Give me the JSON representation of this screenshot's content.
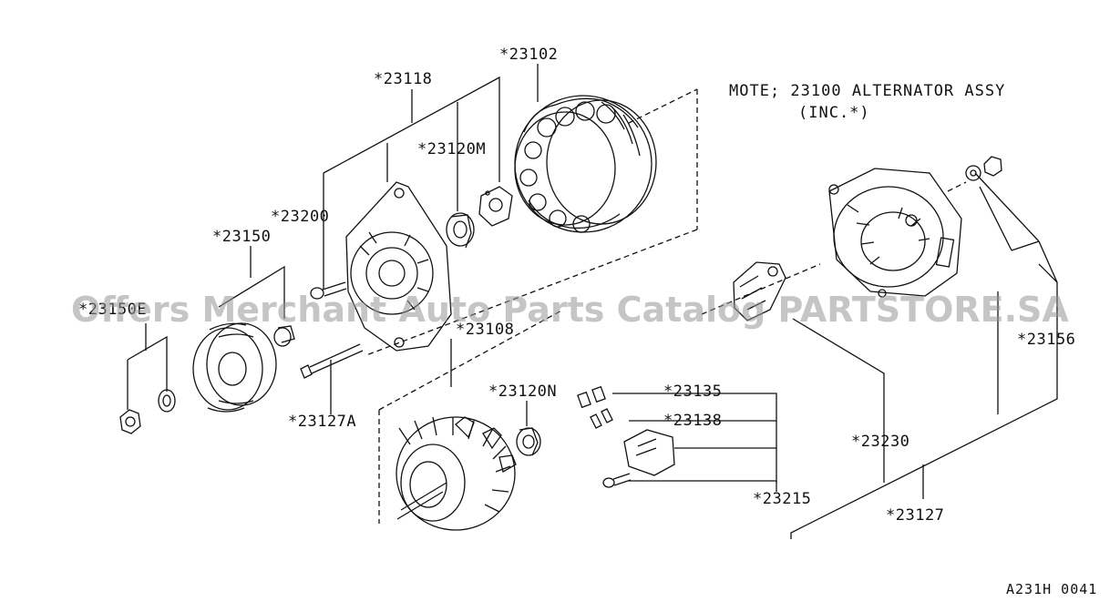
{
  "diagram": {
    "note_line1": "MOTE;  23100 ALTERNATOR ASSY",
    "note_line2": "(INC.*)",
    "code": "A231H 0041",
    "watermark": "Offers Merchant Auto Parts Catalog PARTSTORE.SA",
    "labels": {
      "p23102": "*23102",
      "p23118": "*23118",
      "p23120M": "*23120M",
      "p23200": "*23200",
      "p23150": "*23150",
      "p23150E": "*23150E",
      "p23108": "*23108",
      "p23127A": "*23127A",
      "p23120N": "*23120N",
      "p23135": "*23135",
      "p23138": "*23138",
      "p23215": "*23215",
      "p23230": "*23230",
      "p23127": "*23127",
      "p23156": "*23156"
    }
  }
}
